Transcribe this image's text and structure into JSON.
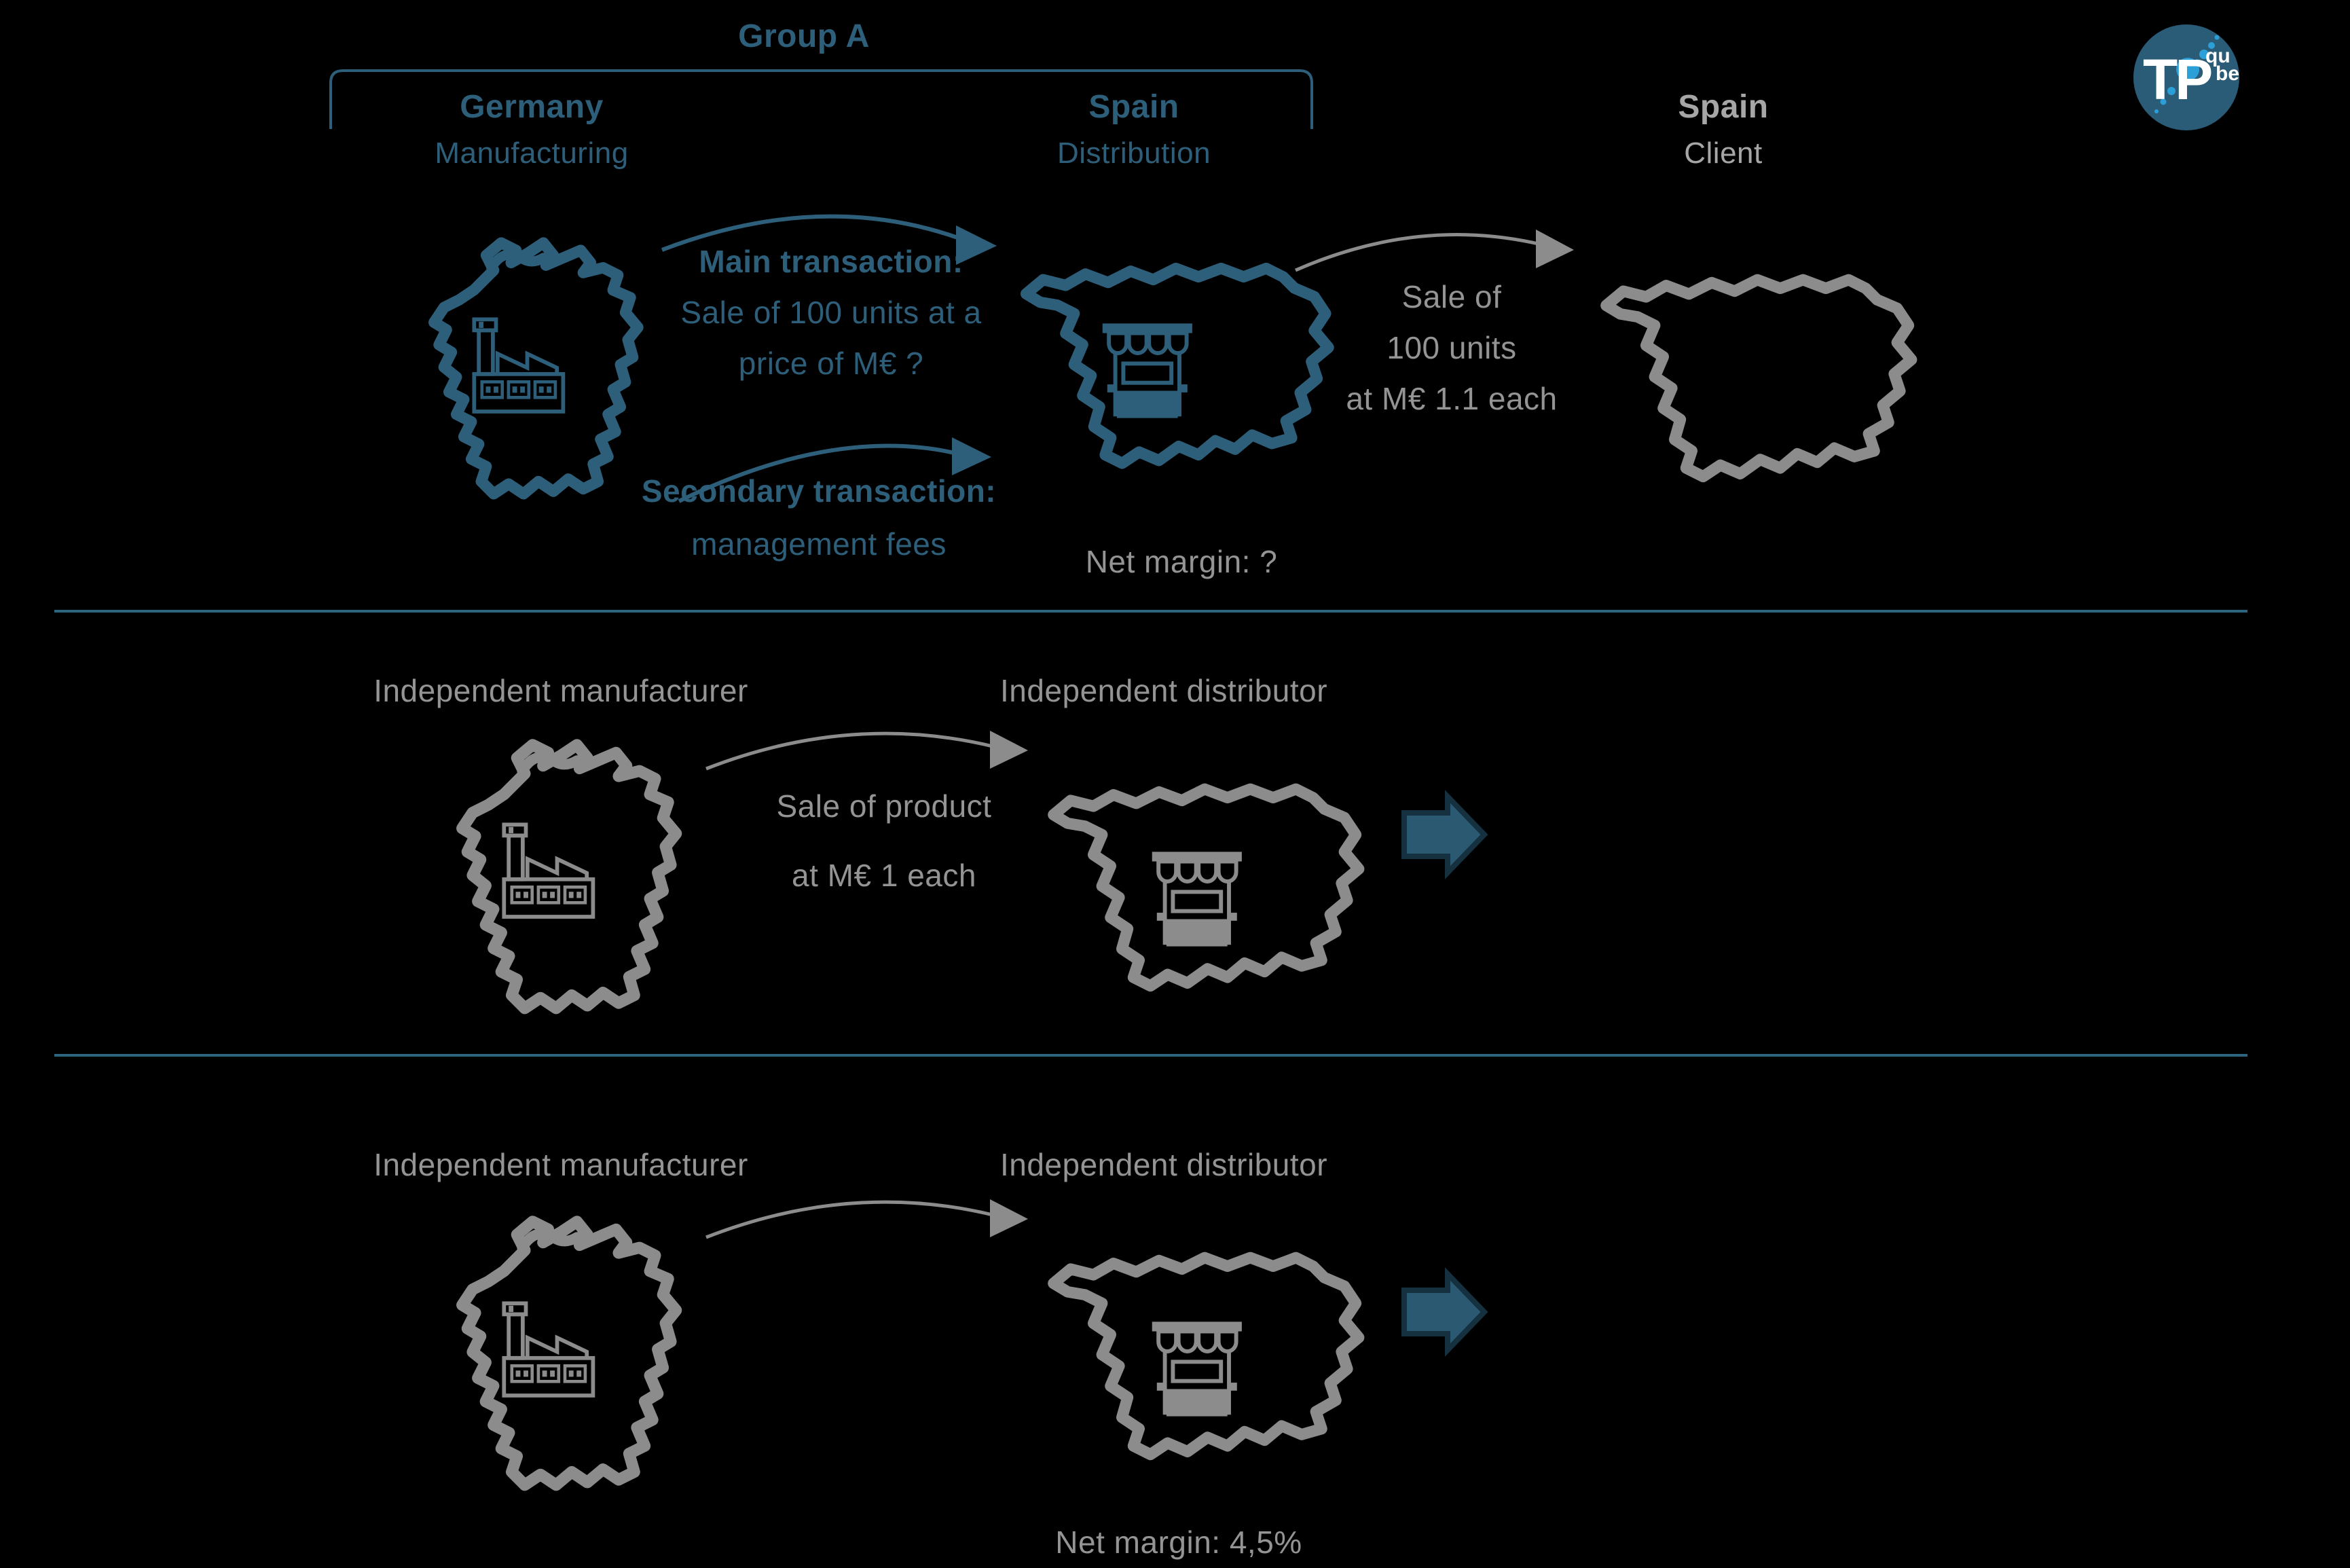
{
  "colors": {
    "accent_teal": "#2E5F7A",
    "divider_teal": "#2E647E",
    "map_gray": "#8C8C8C",
    "text_gray": "#949494",
    "block_arrow_fill": "#2C5972",
    "block_arrow_border": "#15303E",
    "logo_circle": "#2B5C77",
    "logo_blue": "#2B9FD8"
  },
  "group": {
    "label": "Group A"
  },
  "columns": [
    {
      "country": "Germany",
      "role": "Manufacturing"
    },
    {
      "country": "Spain",
      "role": "Distribution"
    },
    {
      "country": "Spain",
      "role": "Client"
    }
  ],
  "row1": {
    "main_transaction_title": "Main transaction:",
    "main_transaction_line1": "Sale of 100 units at a",
    "main_transaction_line2": "price of M€ ?",
    "secondary_transaction_title": "Secondary transaction:",
    "secondary_transaction_line": "management fees",
    "sale_line1": "Sale of",
    "sale_line2": "100 units",
    "sale_line3": "at M€ 1.1 each",
    "net_margin": "Net margin: ?"
  },
  "row2": {
    "manufacturer_label": "Independent manufacturer",
    "distributor_label": "Independent distributor",
    "sale_line1": "Sale of product",
    "sale_line2": "at M€ 1 each"
  },
  "row3": {
    "manufacturer_label": "Independent manufacturer",
    "distributor_label": "Independent distributor",
    "net_margin": "Net margin: 4,5%"
  },
  "logo": {
    "tp": "TP",
    "qu": "qu",
    "be": "be"
  }
}
